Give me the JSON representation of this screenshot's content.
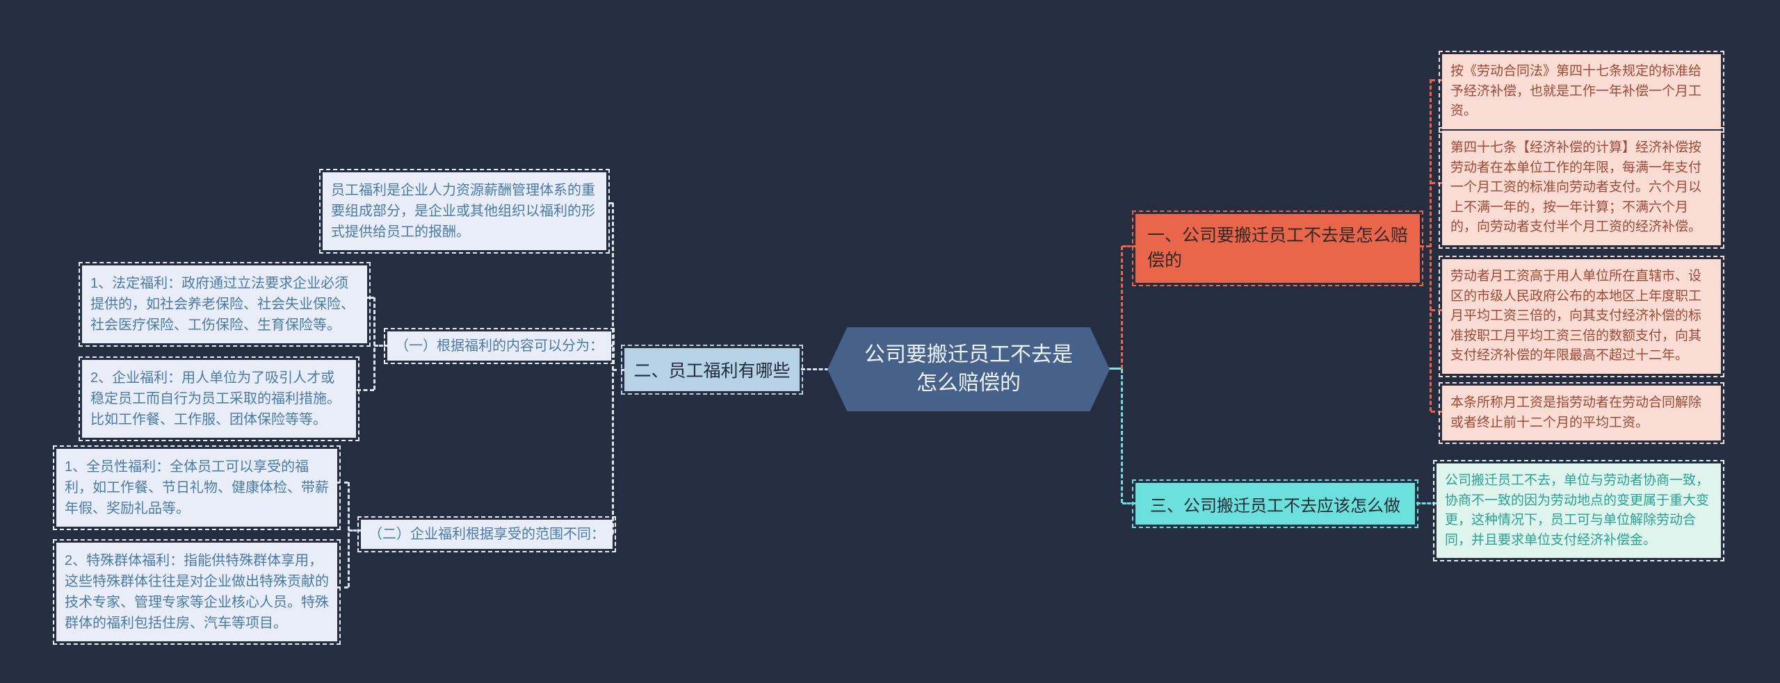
{
  "colors": {
    "background": "#252e40",
    "central_fill": "#46618a",
    "branch_blue": "#b7d1e5",
    "branch_orange": "#e9664b",
    "branch_teal": "#6ce0dd",
    "note_light_bg": "#e9edf8",
    "note_light_text": "#4a7ba6",
    "note_pink_bg": "#f9ddd4",
    "note_pink_text": "#9e4936",
    "note_green_bg": "#def4ec",
    "note_green_text": "#2aa294",
    "connector_light": "#d9e4ef"
  },
  "central": {
    "title": "公司要搬迁员工不去是怎么赔偿的"
  },
  "left": {
    "node_label": "二、员工福利有哪些",
    "definition": "员工福利是企业人力资源薪酬管理体系的重要组成部分，是企业或其他组织以福利的形式提供给员工的报酬。",
    "group1": {
      "label": "（一）根据福利的内容可以分为：",
      "items": [
        "1、法定福利：政府通过立法要求企业必须提供的，如社会养老保险、社会失业保险、社会医疗保险、工伤保险、生育保险等。",
        "2、企业福利：用人单位为了吸引人才或稳定员工而自行为员工采取的福利措施。比如工作餐、工作服、团体保险等等。"
      ]
    },
    "group2": {
      "label": "（二）企业福利根据享受的范围不同：",
      "items": [
        "1、全员性福利：全体员工可以享受的福利，如工作餐、节日礼物、健康体检、带薪年假、奖励礼品等。",
        "2、特殊群体福利：指能供特殊群体享用，这些特殊群体往往是对企业做出特殊贡献的技术专家、管理专家等企业核心人员。特殊群体的福利包括住房、汽车等项目。"
      ]
    }
  },
  "right_top": {
    "node_label": "一、公司要搬迁员工不去是怎么赔偿的",
    "items": [
      "按《劳动合同法》第四十七条规定的标准给予经济补偿，也就是工作一年补偿一个月工资。",
      "第四十七条【经济补偿的计算】经济补偿按劳动者在本单位工作的年限，每满一年支付一个月工资的标准向劳动者支付。六个月以上不满一年的，按一年计算；不满六个月的，向劳动者支付半个月工资的经济补偿。",
      "劳动者月工资高于用人单位所在直辖市、设区的市级人民政府公布的本地区上年度职工月平均工资三倍的，向其支付经济补偿的标准按职工月平均工资三倍的数额支付，向其支付经济补偿的年限最高不超过十二年。",
      "本条所称月工资是指劳动者在劳动合同解除或者终止前十二个月的平均工资。"
    ]
  },
  "right_bottom": {
    "node_label": "三、公司搬迁员工不去应该怎么做",
    "items": [
      "公司搬迁员工不去，单位与劳动者协商一致，协商不一致的因为劳动地点的变更属于重大变更，这种情况下，员工可与单位解除劳动合同，并且要求单位支付经济补偿金。"
    ]
  }
}
